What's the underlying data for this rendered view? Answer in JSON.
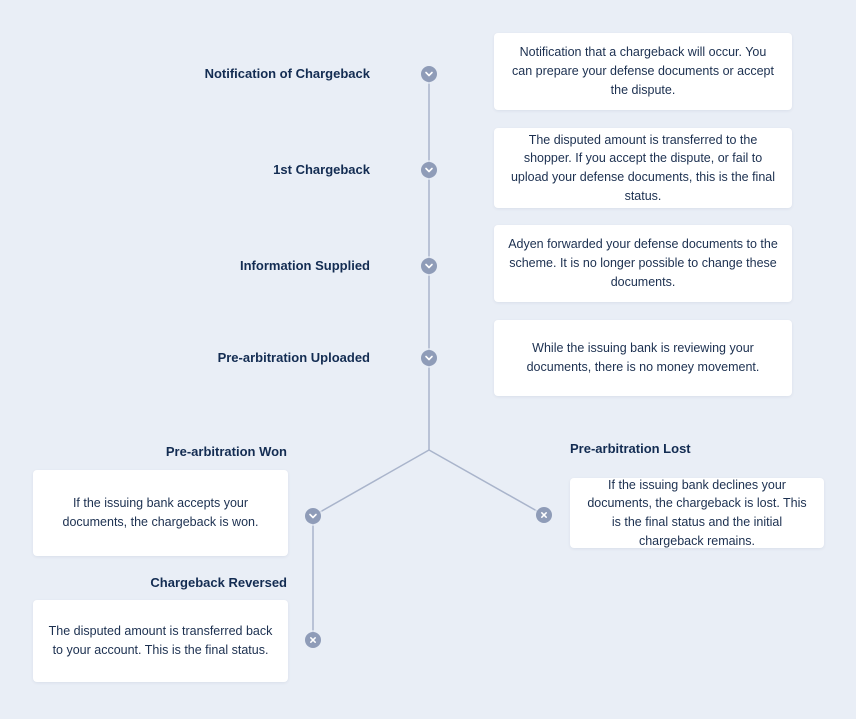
{
  "colors": {
    "background": "#e9eef6",
    "node": "#8f9cb8",
    "line": "#a9b4cb",
    "label_text": "#132c52",
    "card_background": "#ffffff"
  },
  "steps": [
    {
      "label": "Notification of Chargeback",
      "icon": "chevron-down-icon",
      "description": "Notification that a chargeback will occur. You can prepare your defense documents or accept the dispute."
    },
    {
      "label": "1st Chargeback",
      "icon": "chevron-down-icon",
      "description": "The disputed amount is transferred to the shopper. If you accept the dispute, or fail to upload your defense documents, this is the final status."
    },
    {
      "label": "Information Supplied",
      "icon": "chevron-down-icon",
      "description": "Adyen forwarded your defense documents to the scheme. It is no longer possible to change these documents."
    },
    {
      "label": "Pre-arbitration Uploaded",
      "icon": "chevron-down-icon",
      "description": "While the issuing bank is reviewing your documents, there is no money movement."
    },
    {
      "label": "Pre-arbitration Won",
      "icon": "chevron-down-icon",
      "description": "If the issuing bank accepts your documents, the chargeback is won."
    },
    {
      "label": "Pre-arbitration Lost",
      "icon": "x-icon",
      "description": "If the issuing bank declines your documents, the chargeback is lost. This is the final status and the initial chargeback remains."
    },
    {
      "label": "Chargeback Reversed",
      "icon": "x-icon",
      "description": "The disputed amount is transferred back to your account. This is the final status."
    }
  ]
}
